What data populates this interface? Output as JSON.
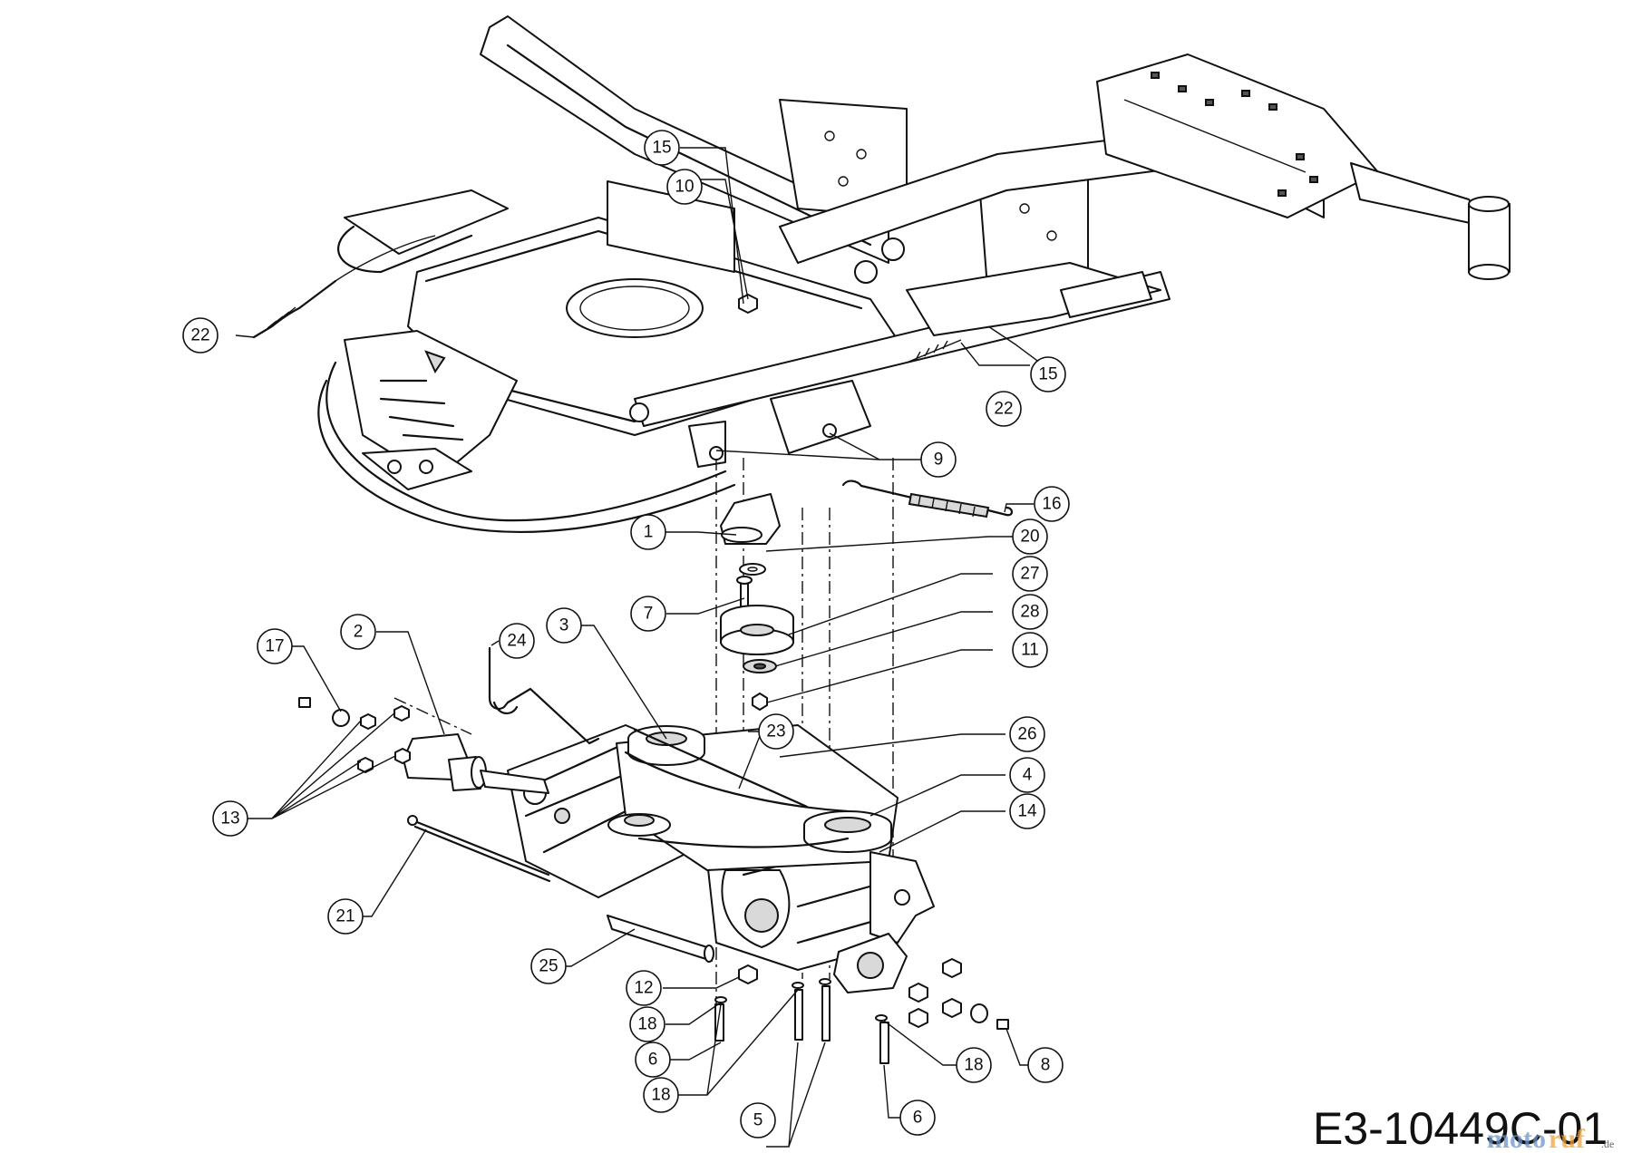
{
  "drawing_code": "E3-10449C-01",
  "watermark": {
    "part1": "moto",
    "part2": "ruf",
    "suffix": ".de"
  },
  "callouts": {
    "c1": "1",
    "c2": "2",
    "c3": "3",
    "c4": "4",
    "c5": "5",
    "c6a": "6",
    "c6b": "6",
    "c7": "7",
    "c8": "8",
    "c9": "9",
    "c10": "10",
    "c11": "11",
    "c12": "12",
    "c13": "13",
    "c14": "14",
    "c15a": "15",
    "c15b": "15",
    "c16": "16",
    "c17": "17",
    "c18a": "18",
    "c18b": "18",
    "c18c": "18",
    "c20": "20",
    "c21": "21",
    "c22a": "22",
    "c22b": "22",
    "c23": "23",
    "c24": "24",
    "c25": "25",
    "c26": "26",
    "c27": "27",
    "c28": "28"
  }
}
